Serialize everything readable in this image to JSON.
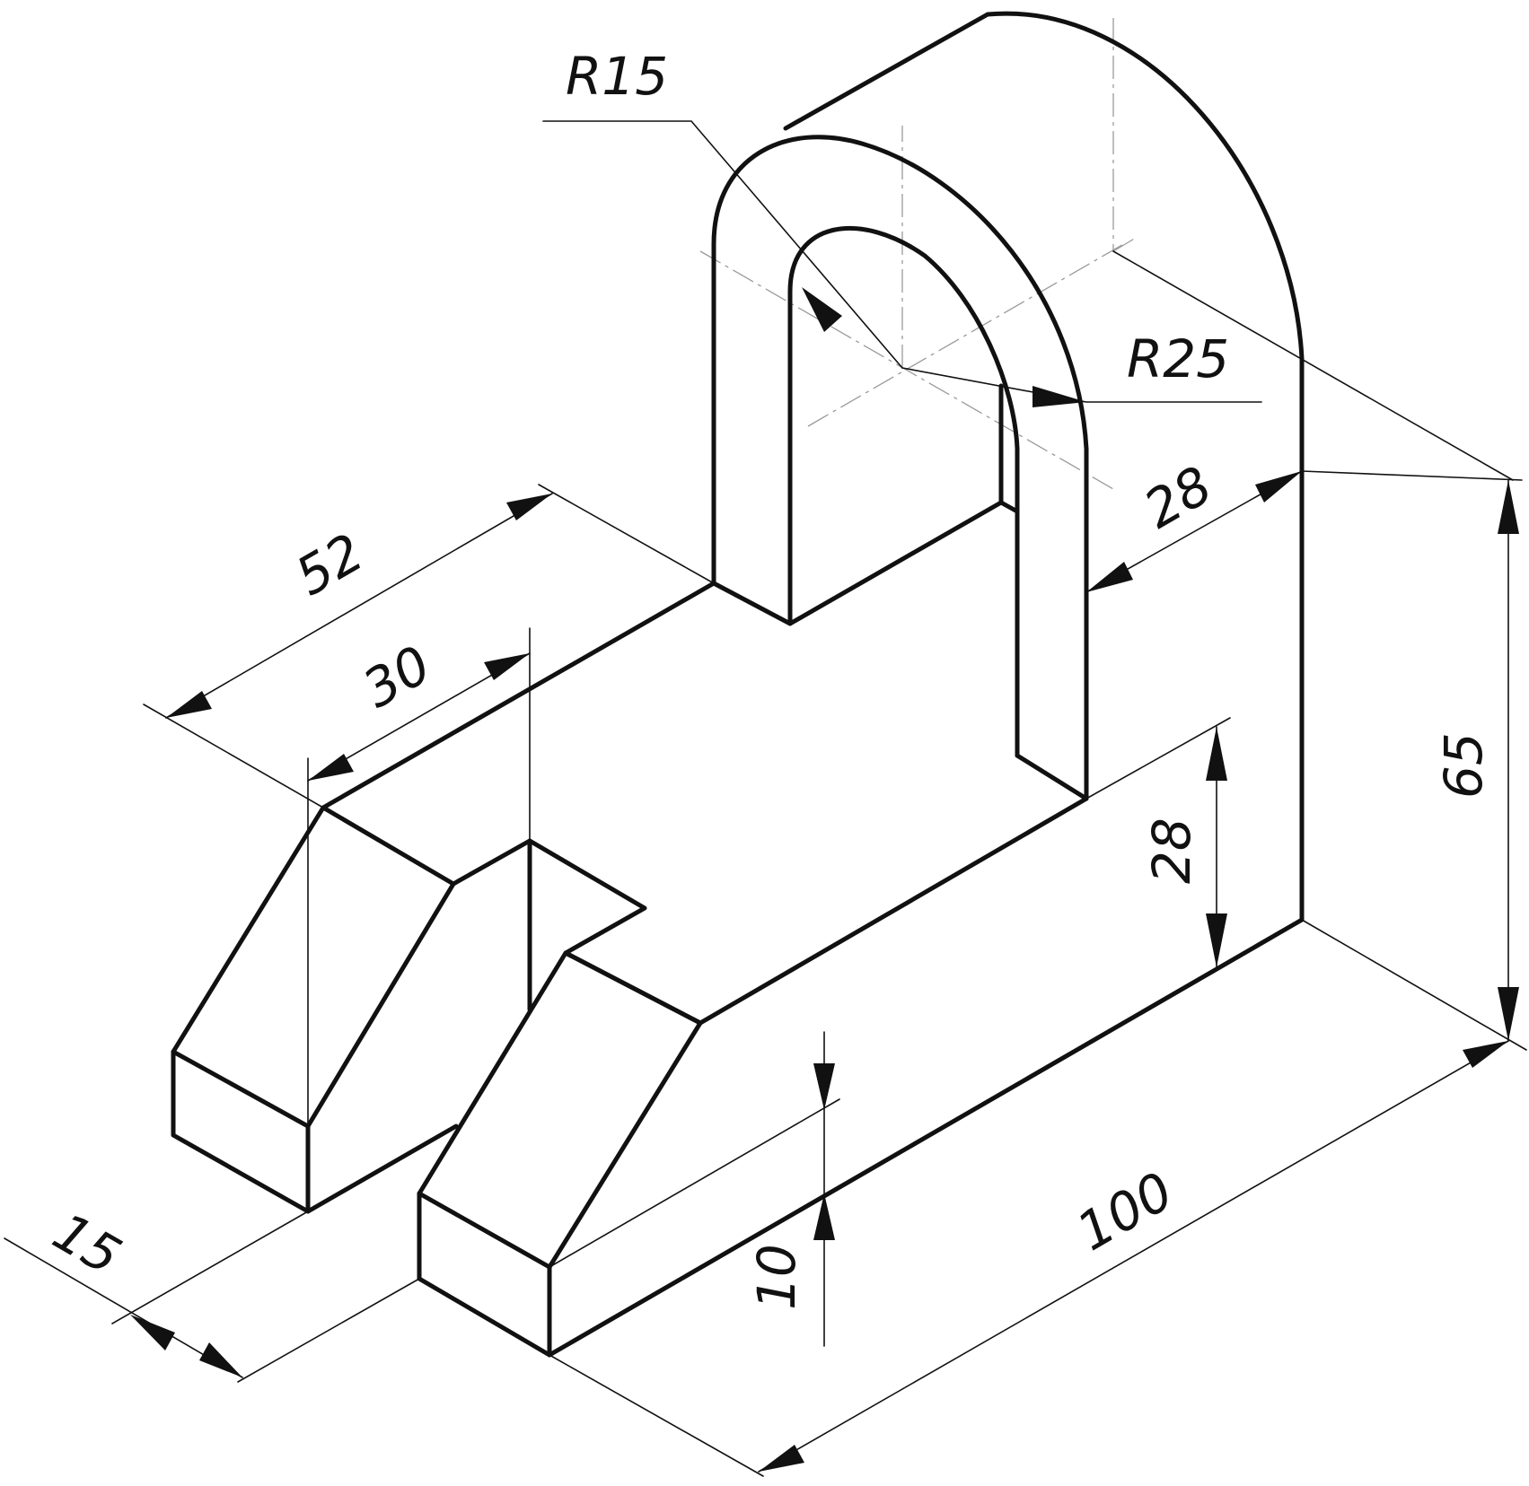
{
  "drawing": {
    "type": "isometric technical drawing",
    "line_color": "#111111",
    "centerline_color": "#9a9a9a",
    "background": "#ffffff"
  },
  "dimensions": {
    "r15": "R15",
    "r25": "R25",
    "d28_thickness": "28",
    "d52": "52",
    "d30": "30",
    "d65": "65",
    "d28_height": "28",
    "d10": "10",
    "d100": "100",
    "d15": "15"
  }
}
